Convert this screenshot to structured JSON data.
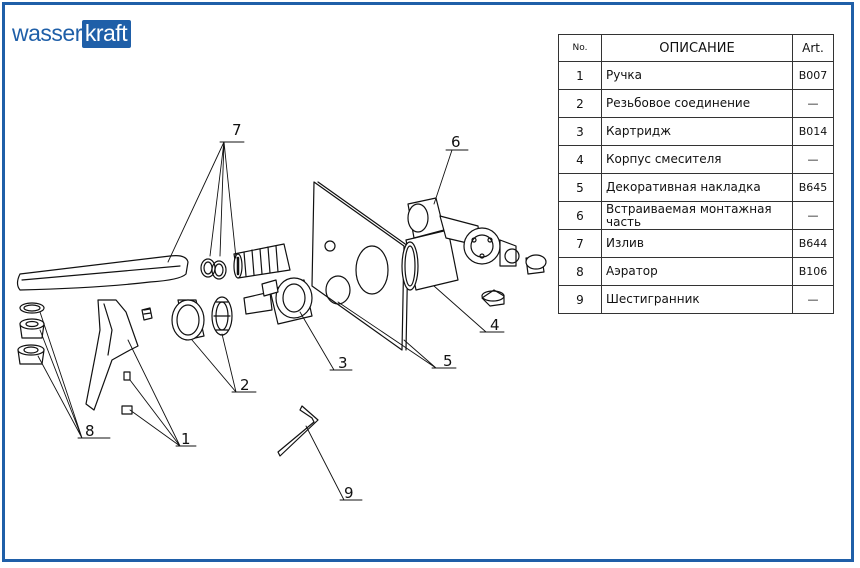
{
  "brand": {
    "part1": "wasser",
    "part2": "kraft"
  },
  "table": {
    "headers": {
      "no": "No.",
      "desc": "ОПИСАНИЕ",
      "art": "Art."
    },
    "rows": [
      {
        "no": "1",
        "desc": "Ручка",
        "art": "B007"
      },
      {
        "no": "2",
        "desc": "Резьбовое соединение",
        "art": "—"
      },
      {
        "no": "3",
        "desc": "Картридж",
        "art": "B014"
      },
      {
        "no": "4",
        "desc": "Корпус смесителя",
        "art": "—"
      },
      {
        "no": "5",
        "desc": "Декоративная накладка",
        "art": "B645"
      },
      {
        "no": "6",
        "desc": "Встраиваемая монтажная часть",
        "art": "—"
      },
      {
        "no": "7",
        "desc": "Излив",
        "art": "B644"
      },
      {
        "no": "8",
        "desc": "Аэратор",
        "art": "B106"
      },
      {
        "no": "9",
        "desc": "Шестигранник",
        "art": "—"
      }
    ]
  },
  "callouts": {
    "c1": "1",
    "c2": "2",
    "c3": "3",
    "c4": "4",
    "c5": "5",
    "c6": "6",
    "c7": "7",
    "c8": "8",
    "c9": "9"
  }
}
